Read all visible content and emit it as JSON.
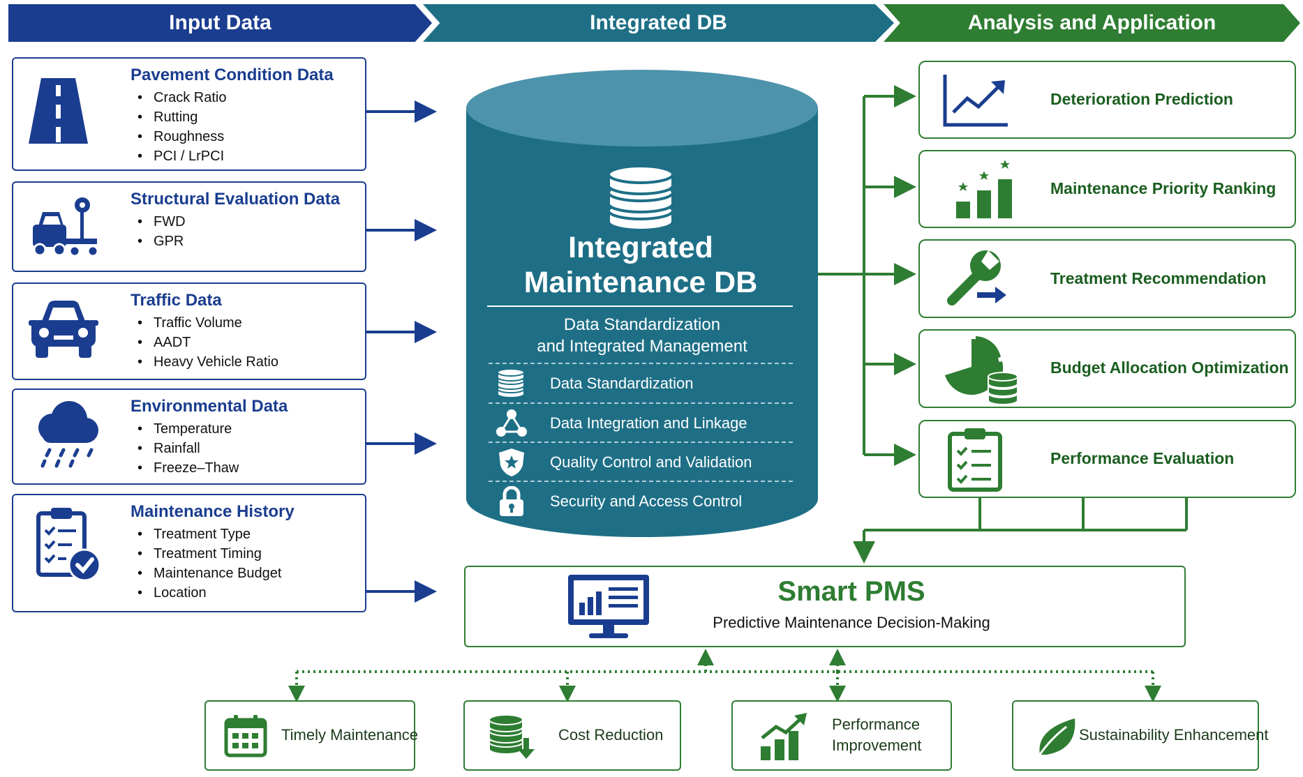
{
  "headers": {
    "input": "Input Data",
    "db": "Integrated DB",
    "analysis": "Analysis and Application"
  },
  "inputs": [
    {
      "title": "Pavement Condition Data",
      "icon": "road-icon",
      "items": [
        "Crack Ratio",
        "Rutting",
        "Roughness",
        "PCI / LrPCI"
      ]
    },
    {
      "title": "Structural Evaluation Data",
      "icon": "fwd-truck-icon",
      "items": [
        "FWD",
        "GPR"
      ]
    },
    {
      "title": "Traffic Data",
      "icon": "car-icon",
      "items": [
        "Traffic Volume",
        "AADT",
        "Heavy Vehicle Ratio"
      ]
    },
    {
      "title": "Environmental Data",
      "icon": "rain-cloud-icon",
      "items": [
        "Temperature",
        "Rainfall",
        "Freeze–Thaw"
      ]
    },
    {
      "title": "Maintenance History",
      "icon": "clipboard-check-icon",
      "items": [
        "Treatment Type",
        "Treatment Timing",
        "Maintenance Budget",
        "Location"
      ]
    }
  ],
  "db": {
    "title_line1": "Integrated",
    "title_line2": "Maintenance DB",
    "subtitle_line1": "Data Standardization",
    "subtitle_line2": "and Integrated Management",
    "functions": [
      {
        "label": "Data Standardization",
        "icon": "database-icon"
      },
      {
        "label": "Data Integration and Linkage",
        "icon": "network-icon"
      },
      {
        "label": "Quality Control and Validation",
        "icon": "shield-star-icon"
      },
      {
        "label": "Security and Access Control",
        "icon": "lock-icon"
      }
    ]
  },
  "outputs": [
    {
      "label": "Deterioration Prediction",
      "icon": "line-chart-icon"
    },
    {
      "label": "Maintenance Priority Ranking",
      "icon": "ranking-bars-icon"
    },
    {
      "label": "Treatment Recommendation",
      "icon": "wrench-icon"
    },
    {
      "label": "Budget Allocation Optimization",
      "icon": "pie-chart-icon"
    },
    {
      "label": "Performance Evaluation",
      "icon": "clipboard-list-icon"
    }
  ],
  "smart_pms": {
    "title": "Smart PMS",
    "subtitle": "Predictive Maintenance Decision-Making",
    "icon": "monitor-chart-icon"
  },
  "benefits": [
    {
      "label": "Timely Maintenance",
      "icon": "calendar-icon"
    },
    {
      "label": "Cost Reduction",
      "icon": "database-down-icon"
    },
    {
      "label_line1": "Performance",
      "label_line2": "Improvement",
      "icon": "growth-chart-icon"
    },
    {
      "label": "Sustainability Enhancement",
      "icon": "leaf-icon"
    }
  ],
  "colors": {
    "input_blue": "#1a3d8f",
    "db_teal": "#1e6f86",
    "analysis_green": "#2e7d32"
  }
}
